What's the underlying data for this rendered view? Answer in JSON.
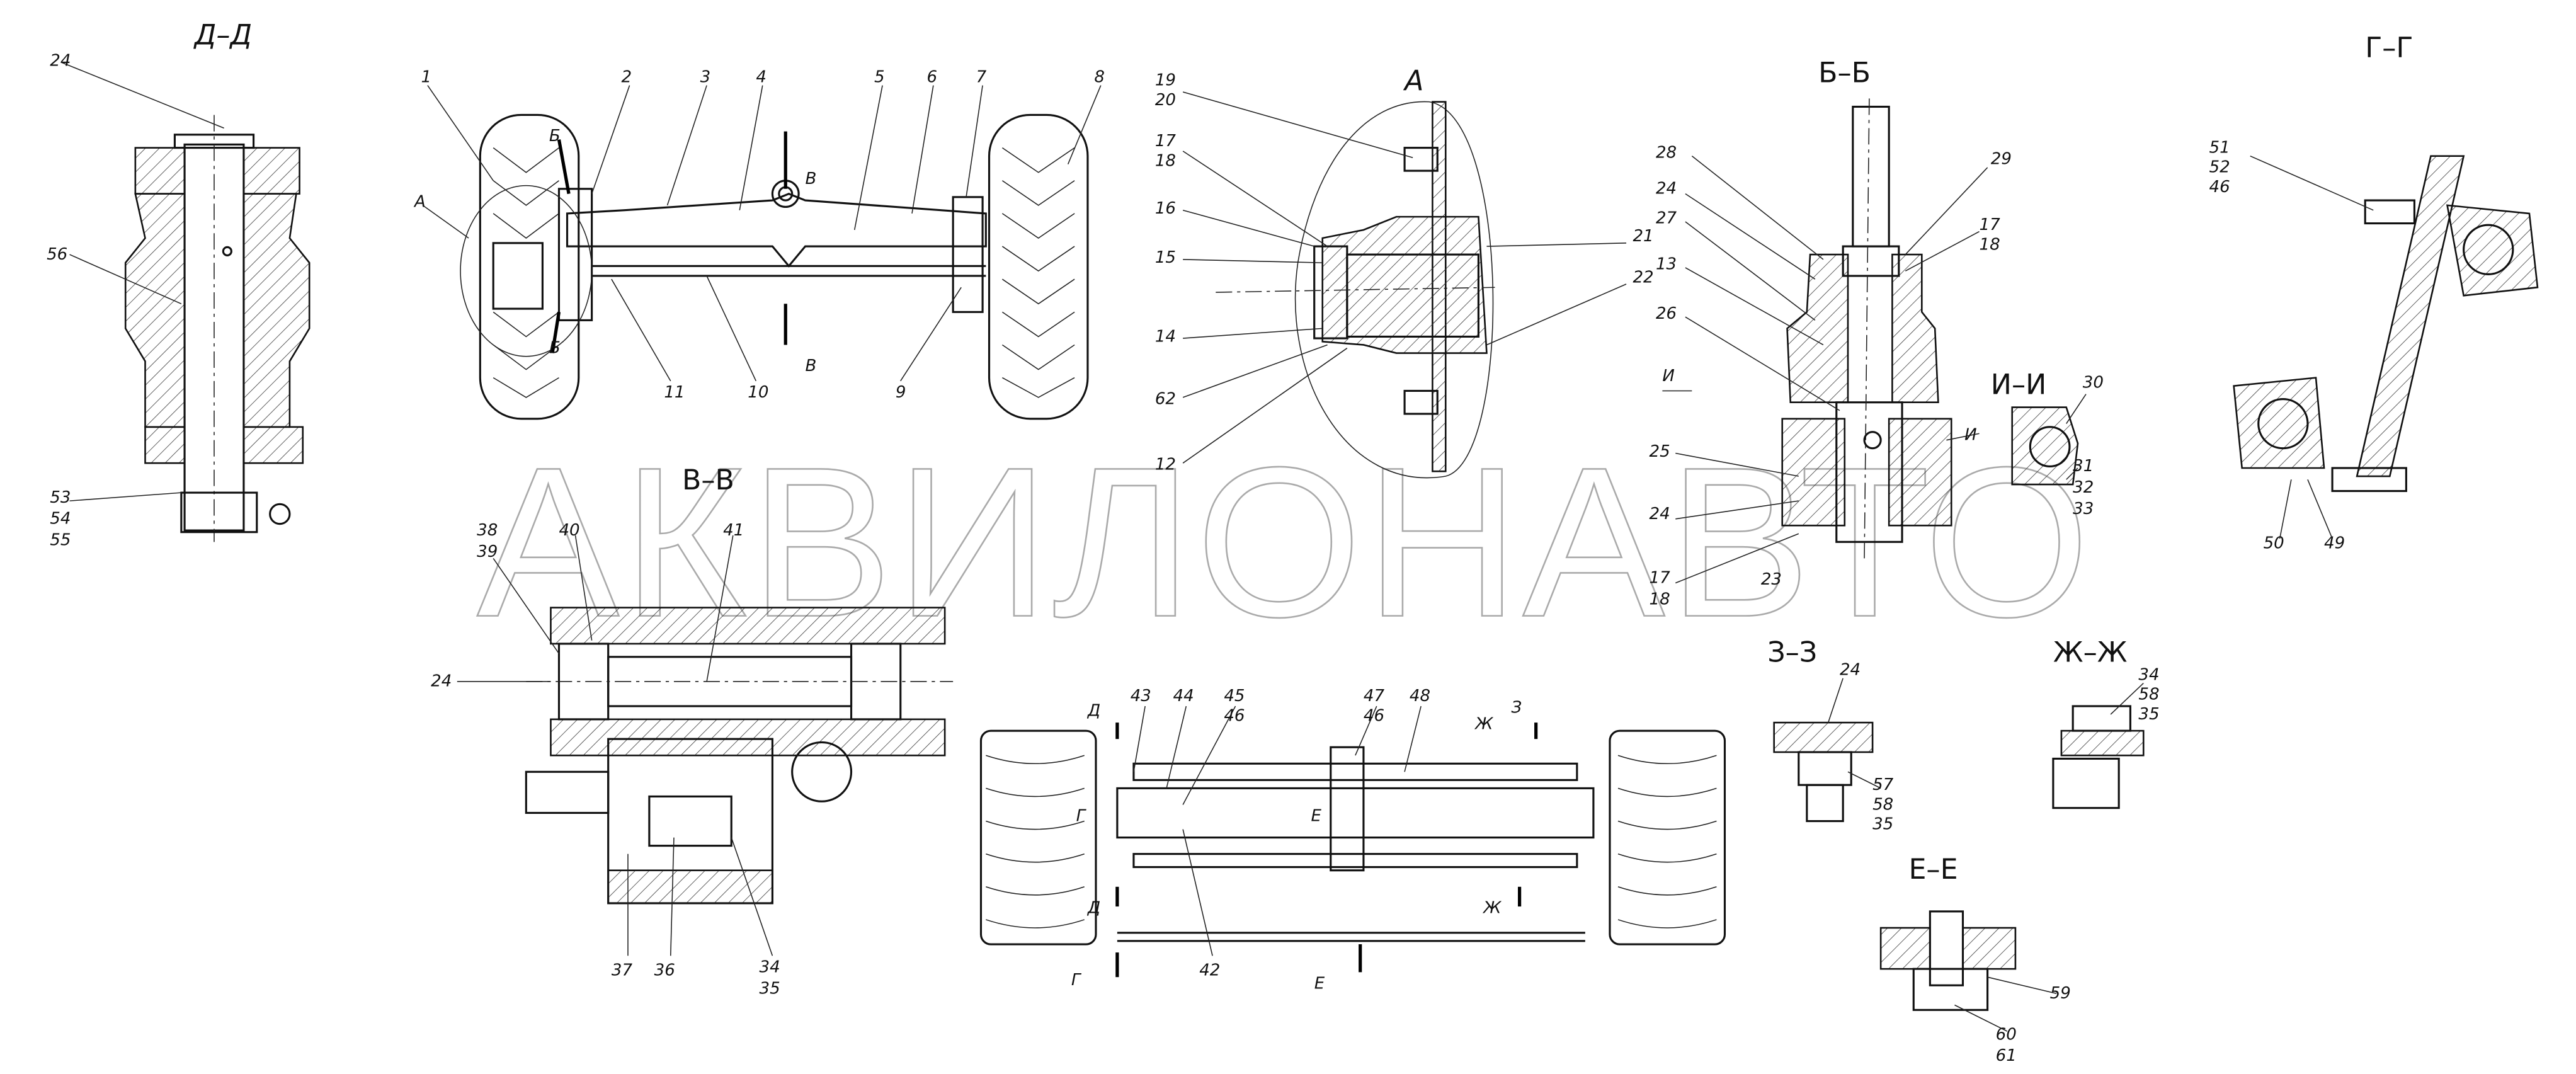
{
  "watermark": "АКВИЛОНАВТО",
  "section_titles": {
    "dd": "Д–Д",
    "a": "А",
    "bb": "Б–Б",
    "gg": "Г–Г",
    "vv": "В–В",
    "ii": "И–И",
    "zz": "З–З",
    "zhzh": "Ж–Ж",
    "ee": "Е–Е"
  },
  "callouts": [
    "24",
    "56",
    "53",
    "54",
    "55",
    "1",
    "2",
    "3",
    "4",
    "5",
    "6",
    "7",
    "8",
    "11",
    "10",
    "9",
    "А",
    "Б",
    "Б",
    "В",
    "В",
    "19",
    "20",
    "17",
    "18",
    "16",
    "15",
    "14",
    "62",
    "12",
    "21",
    "22",
    "28",
    "24",
    "27",
    "13",
    "26",
    "25",
    "24",
    "17",
    "18",
    "23",
    "29",
    "17",
    "18",
    "И",
    "И",
    "30",
    "31",
    "32",
    "33",
    "51",
    "52",
    "46",
    "50",
    "49",
    "38",
    "39",
    "40",
    "41",
    "24",
    "37",
    "36",
    "34",
    "35",
    "Д",
    "43",
    "44",
    "45",
    "46",
    "47",
    "46",
    "48",
    "Ж",
    "З",
    "Г",
    "Д",
    "Г",
    "42",
    "Е",
    "Е",
    "Ж",
    "24",
    "57",
    "58",
    "35",
    "34",
    "58",
    "35",
    "59",
    "60",
    "61"
  ]
}
